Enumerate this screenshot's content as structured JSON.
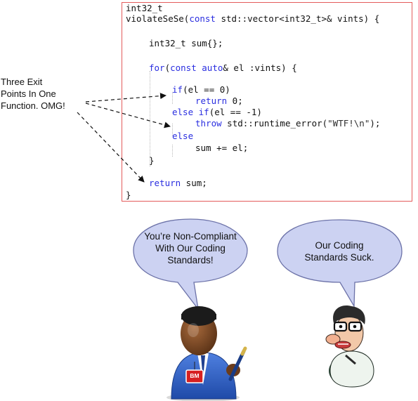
{
  "code": {
    "line1": "int32_t",
    "line2_fn": "violateSeSe(",
    "line2_kw": "const",
    "line2_rest": " std::vector<int32_t>& vints) {",
    "line3": "int32_t sum{};",
    "line4_kw1": "for",
    "line4_a": "(",
    "line4_kw2": "const auto",
    "line4_b": "& el :vints) {",
    "line5_kw": "if",
    "line5_rest": "(el == 0)",
    "line6_kw": "return",
    "line6_rest": " 0;",
    "line7_kw": "else if",
    "line7_rest": "(el == -1)",
    "line8_kw": "throw",
    "line8_a": " std::runtime_error(",
    "line8_str": "\"WTF!\\n\"",
    "line8_b": ");",
    "line9_kw": "else",
    "line10": "sum += el;",
    "line11": "}",
    "line12_kw": "return",
    "line12_rest": " sum;",
    "line13": "}"
  },
  "annotation": {
    "text": "Three Exit\nPoints In One\nFunction. OMG!"
  },
  "bubbles": {
    "left": "You’re Non-Compliant\nWith Our Coding\nStandards!",
    "right": "Our Coding\nStandards Suck."
  },
  "badge": {
    "text": "BM"
  },
  "colors": {
    "code_border": "#e45b5b",
    "keyword": "#2a2ee0",
    "bubble_fill": "#ccd2f2",
    "bubble_stroke": "#6c72a8",
    "suit": "#2f5fc4",
    "badge": "#d62020"
  }
}
